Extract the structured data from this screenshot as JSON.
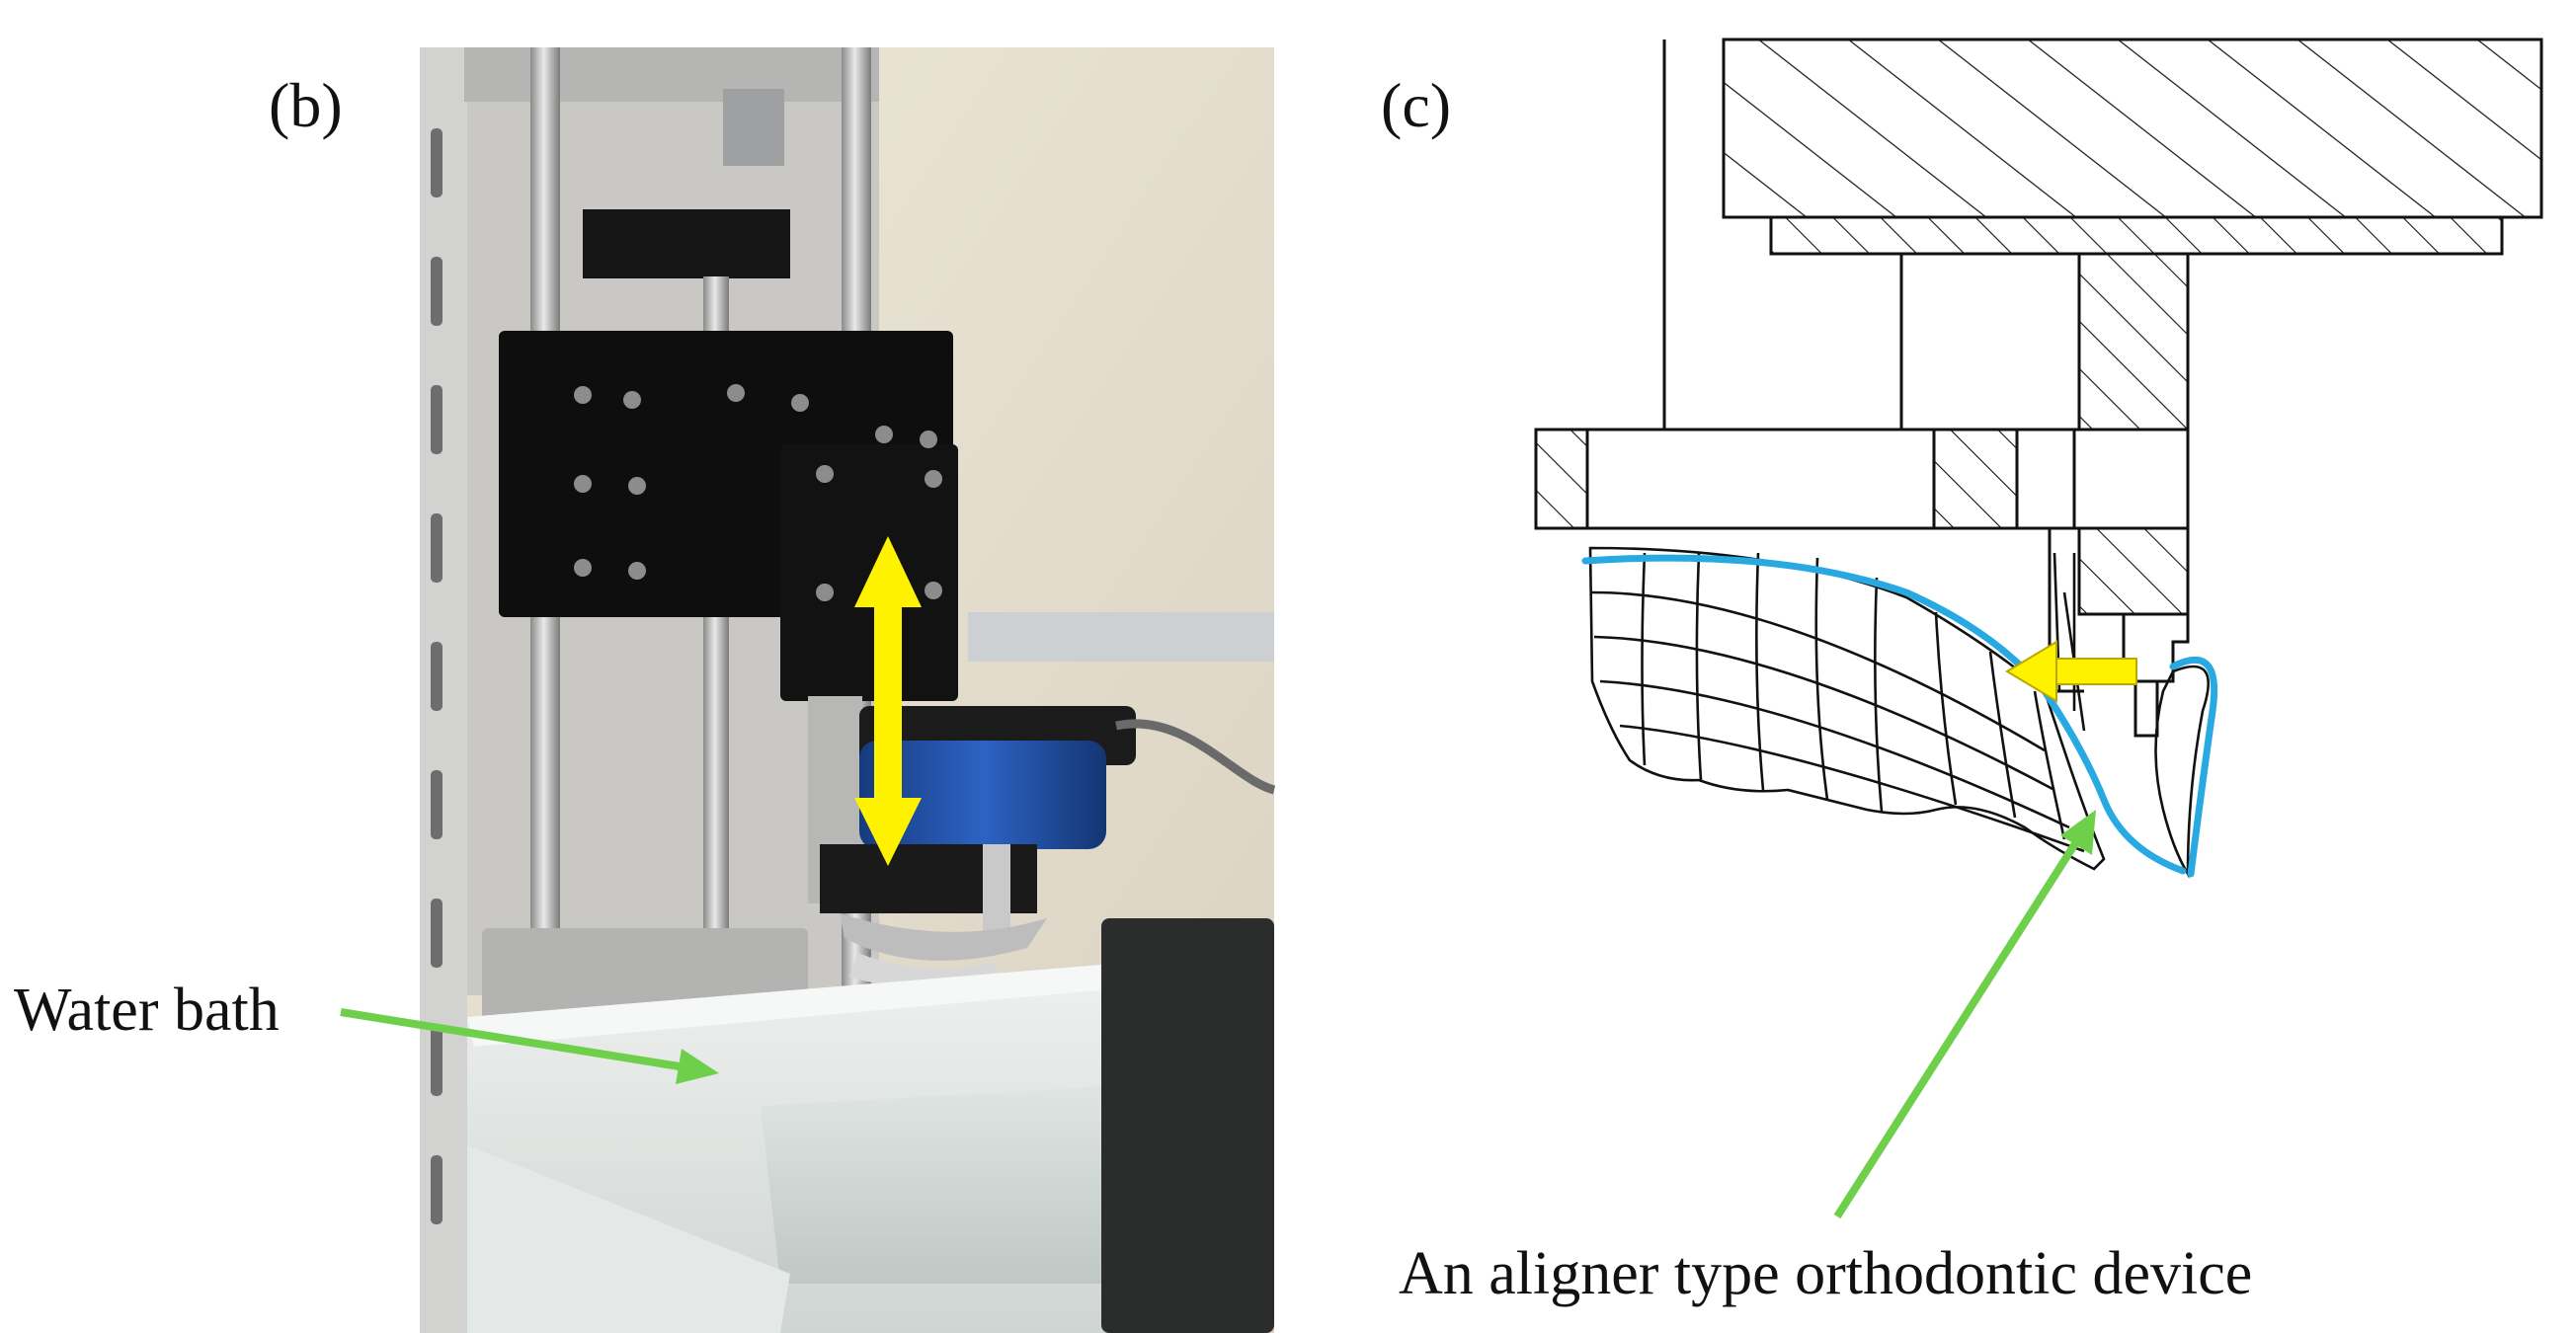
{
  "panels": [
    {
      "label": "(b)"
    },
    {
      "label": "(c)"
    }
  ],
  "annotations": {
    "water_bath": "Water bath",
    "aligner": "An aligner type orthodontic device"
  },
  "colors": {
    "pointer_arrow": "#6ed04a",
    "motion_arrow": "#fff200",
    "aligner_outline": "#29a9e1",
    "load_cell": "#1f4fa3"
  }
}
